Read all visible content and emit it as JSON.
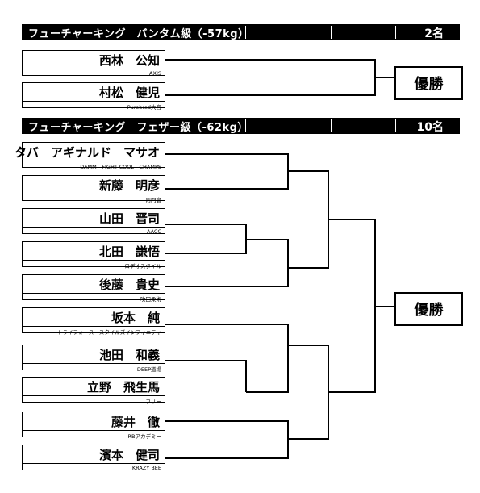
{
  "division1": {
    "title": "フューチャーキング　バンタム級（-57kg）",
    "count": "2名",
    "champion_label": "優勝",
    "fighters": [
      {
        "name": "西林　公知",
        "team": "AXIS"
      },
      {
        "name": "村松　健児",
        "team": "Purebred大宮"
      }
    ]
  },
  "division2": {
    "title": "フューチャーキング　フェザー級（-62kg）",
    "count": "10名",
    "champion_label": "優勝",
    "fighters": [
      {
        "name": "タバ　アギナルド　マサオ",
        "team": "DAMM　FIGHT-COOL　CHAMPS"
      },
      {
        "name": "新藤　明彦",
        "team": "阿門會"
      },
      {
        "name": "山田　晋司",
        "team": "AACC"
      },
      {
        "name": "北田　謙悟",
        "team": "ロデオスタイル"
      },
      {
        "name": "後藤　貴史",
        "team": "吹田柔術"
      },
      {
        "name": "坂本　純",
        "team": "トライフォース・スタイルズインフィニティ"
      },
      {
        "name": "池田　和義",
        "team": "DEEP道場"
      },
      {
        "name": "立野　飛生馬",
        "team": "フリー"
      },
      {
        "name": "藤井　徹",
        "team": "RBアカデミー"
      },
      {
        "name": "濱本　健司",
        "team": "KRAZY BEE"
      }
    ]
  }
}
